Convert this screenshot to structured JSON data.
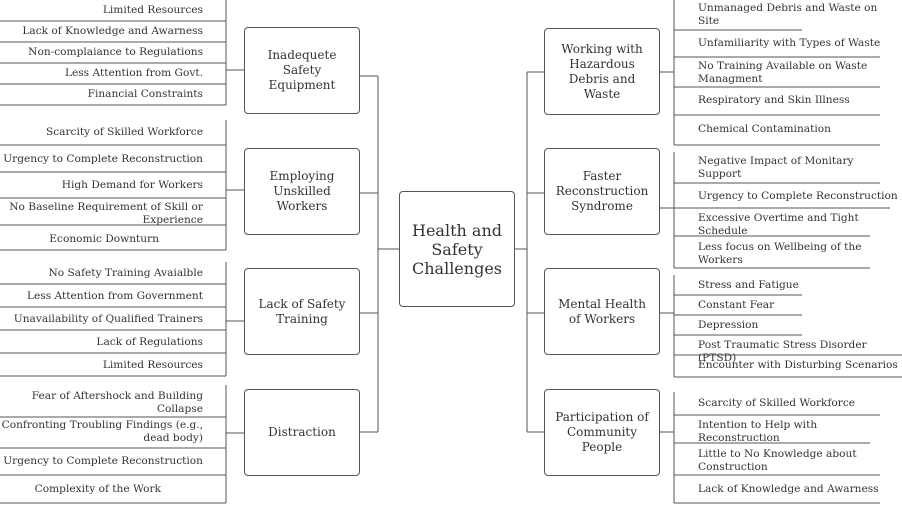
{
  "center": "Health and Safety Challenges",
  "left": [
    {
      "label": "Inadequete Safety Equipment",
      "items": [
        "Limited Resources",
        "Lack of Knowledge and Awarness",
        "Non-complaiance to Regulations",
        "Less Attention from Govt.",
        "Financial Constraints"
      ]
    },
    {
      "label": "Employing Unskilled Workers",
      "items": [
        "Scarcity of Skilled Workforce",
        "Urgency to Complete Reconstruction",
        "High Demand for Workers",
        "No Baseline Requirement of Skill or Experience",
        "Economic Downturn"
      ]
    },
    {
      "label": "Lack of Safety Training",
      "items": [
        "No Safety Training Avaialble",
        "Less Attention from Government",
        "Unavailability of Qualified Trainers",
        "Lack of Regulations",
        "Limited Resources"
      ]
    },
    {
      "label": "Distraction",
      "items": [
        "Fear of Aftershock and Building Collapse",
        "Confronting Troubling Findings (e.g., dead body)",
        "Urgency to Complete Reconstruction",
        "Complexity of the Work"
      ]
    }
  ],
  "right": [
    {
      "label": "Working with Hazardous Debris and Waste",
      "items": [
        "Unmanaged Debris and Waste on Site",
        "Unfamiliarity with Types of Waste",
        "No Training Available on Waste Managment",
        "Respiratory and Skin Illness",
        "Chemical Contamination"
      ]
    },
    {
      "label": "Faster Reconstruction Syndrome",
      "items": [
        "Negative Impact of Monitary Support",
        "Urgency to Complete Reconstruction",
        "Excessive Overtime and Tight Schedule",
        "Less focus on Wellbeing of the Workers"
      ]
    },
    {
      "label": "Mental Health of Workers",
      "items": [
        "Stress and Fatigue",
        "Constant Fear",
        "Depression",
        "Post Traumatic Stress Disorder (PTSD)",
        "Encounter with Disturbing Scenarios"
      ]
    },
    {
      "label": "Participation of Community People",
      "items": [
        "Scarcity of Skilled Workforce",
        "Intention to Help with Reconstruction",
        "Little to No Knowledge about Construction",
        "Lack of Knowledge and Awarness"
      ]
    }
  ]
}
